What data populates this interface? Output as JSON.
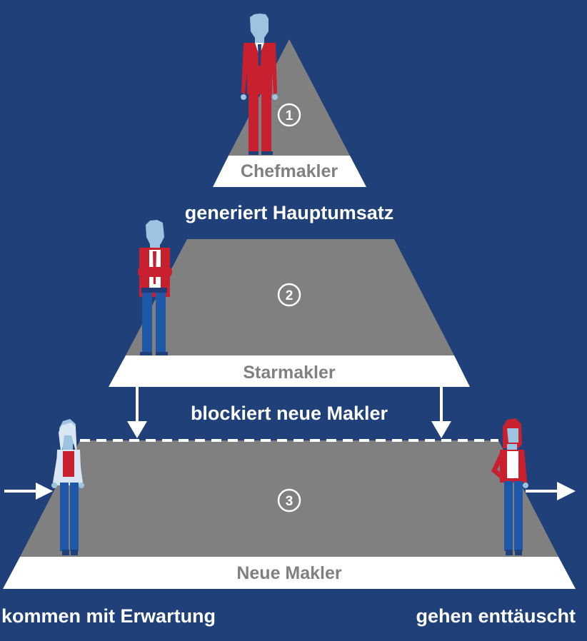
{
  "tiers": [
    {
      "number": "1",
      "name": "Chefmakler"
    },
    {
      "number": "2",
      "name": "Starmakler"
    },
    {
      "number": "3",
      "name": "Neue Makler"
    }
  ],
  "captions": {
    "top": "generiert Hauptumsatz",
    "middle": "blockiert neue Makler",
    "bottom_left": "kommen mit Erwartung",
    "bottom_right": "gehen enttäuscht"
  },
  "colors": {
    "background": "#1f4078",
    "tier_fill": "#808080",
    "label_band": "#ffffff",
    "label_text": "#808080",
    "accent_red": "#c8202e",
    "denim": "#2058a8",
    "skin": "#9cc3e0"
  }
}
